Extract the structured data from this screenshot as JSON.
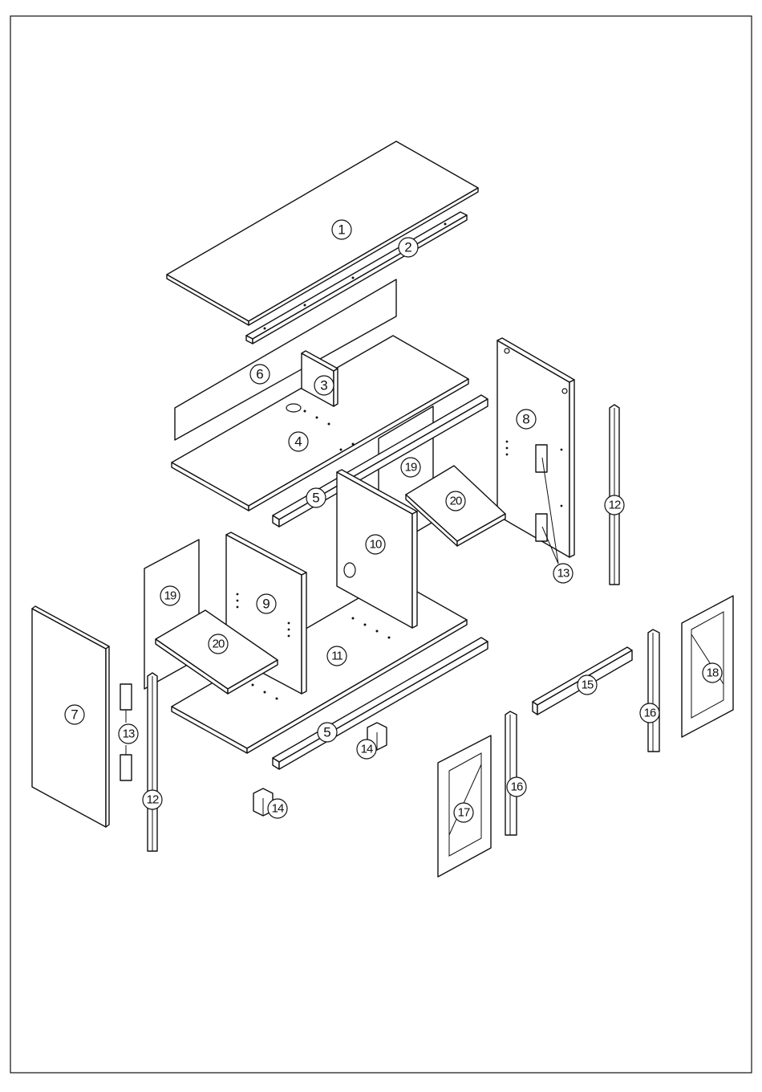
{
  "figure": {
    "kind": "exploded-assembly-diagram",
    "colors": {
      "line": "#111111",
      "paper": "#ffffff",
      "border": "#111111"
    }
  },
  "callouts": [
    {
      "id": "p1",
      "label": "1"
    },
    {
      "id": "p2",
      "label": "2"
    },
    {
      "id": "p3",
      "label": "3"
    },
    {
      "id": "p4",
      "label": "4"
    },
    {
      "id": "p5a",
      "label": "5"
    },
    {
      "id": "p5b",
      "label": "5"
    },
    {
      "id": "p6",
      "label": "6"
    },
    {
      "id": "p7",
      "label": "7"
    },
    {
      "id": "p8",
      "label": "8"
    },
    {
      "id": "p9",
      "label": "9"
    },
    {
      "id": "p10",
      "label": "10"
    },
    {
      "id": "p11",
      "label": "11"
    },
    {
      "id": "p12a",
      "label": "12"
    },
    {
      "id": "p12b",
      "label": "12"
    },
    {
      "id": "p13a",
      "label": "13"
    },
    {
      "id": "p13b",
      "label": "13"
    },
    {
      "id": "p14a",
      "label": "14"
    },
    {
      "id": "p14b",
      "label": "14"
    },
    {
      "id": "p15",
      "label": "15"
    },
    {
      "id": "p16a",
      "label": "16"
    },
    {
      "id": "p16b",
      "label": "16"
    },
    {
      "id": "p17",
      "label": "17"
    },
    {
      "id": "p18",
      "label": "18"
    },
    {
      "id": "p19a",
      "label": "19"
    },
    {
      "id": "p19b",
      "label": "19"
    },
    {
      "id": "p20a",
      "label": "20"
    },
    {
      "id": "p20b",
      "label": "20"
    }
  ]
}
